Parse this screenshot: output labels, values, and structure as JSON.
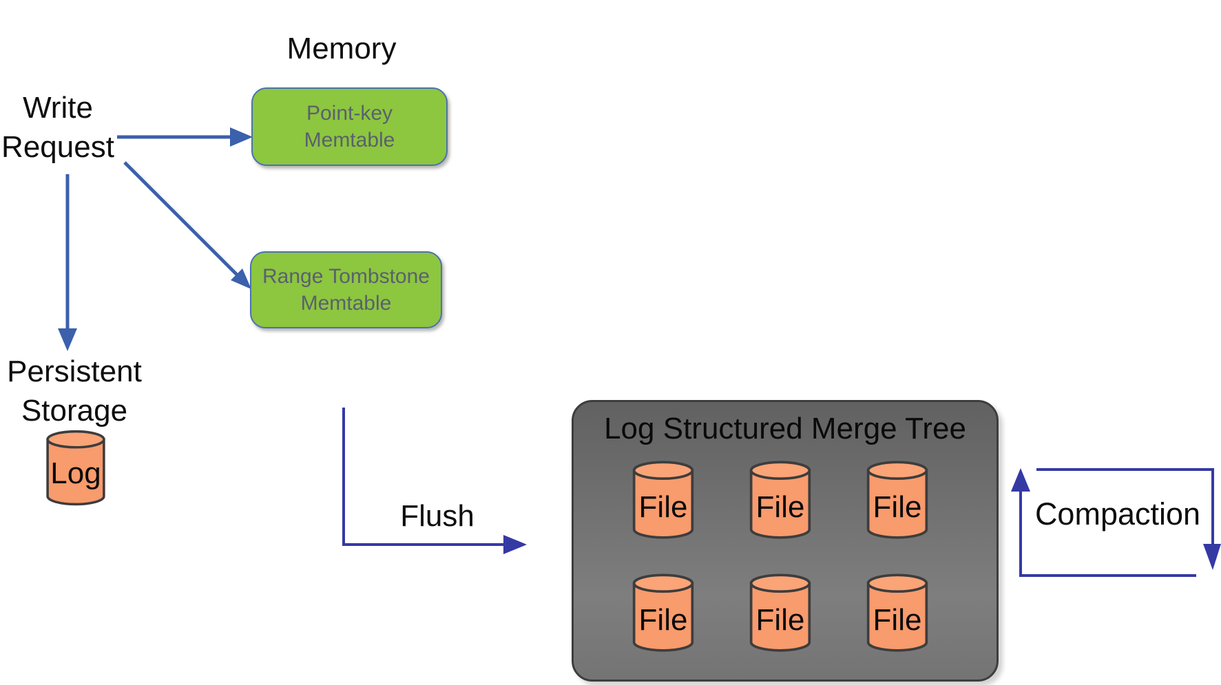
{
  "memory": {
    "title": "Memory",
    "memtables": [
      {
        "label": "Point-key\nMemtable"
      },
      {
        "label": "Range Tombstone\nMemtable"
      }
    ]
  },
  "write_request": {
    "label": "Write\nRequest"
  },
  "persistent_storage": {
    "title": "Persistent\nStorage",
    "log_cylinder": {
      "label": "Log"
    }
  },
  "flush_arrow": {
    "label": "Flush"
  },
  "lsm_tree": {
    "title": "Log Structured Merge Tree",
    "files": [
      {
        "label": "File"
      },
      {
        "label": "File"
      },
      {
        "label": "File"
      },
      {
        "label": "File"
      },
      {
        "label": "File"
      },
      {
        "label": "File"
      }
    ]
  },
  "compaction": {
    "label": "Compaction"
  },
  "colors": {
    "write_arrow_blue": "#3b60ac",
    "flow_indigo": "#3539a4",
    "memtable_green": "#8dc63f",
    "memtable_border_blue": "#4a72ae",
    "memtable_text_gray": "#59616e",
    "cylinder_orange": "#f89b6d",
    "cylinder_top_orange": "#faa477",
    "outline_dark_gray": "#3d3d3d",
    "lsm_box_gray": "#707070"
  }
}
